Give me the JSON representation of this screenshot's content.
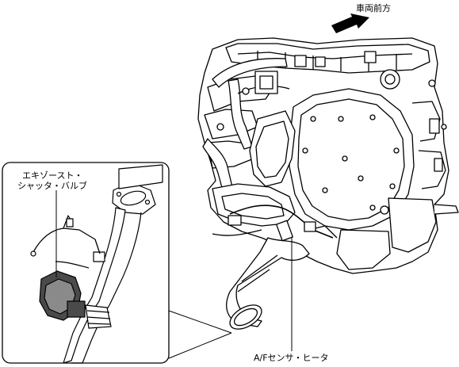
{
  "labels": {
    "front": "車両前方",
    "exhaust_valve_line1": "エキゾースト・",
    "exhaust_valve_line2": "シャッタ・バルブ",
    "af_sensor": "A/Fセンサ・ヒータ"
  },
  "colors": {
    "line": "#000000",
    "fill": "#ffffff",
    "shade": "#d8d8d8",
    "dark": "#4a4a4a"
  },
  "icons": {
    "direction_arrow": "arrow-up-right-icon"
  }
}
